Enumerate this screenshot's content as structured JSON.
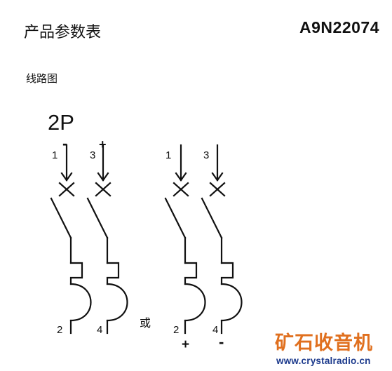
{
  "header": {
    "title": "产品参数表",
    "model": "A9N22074"
  },
  "section": {
    "label": "线路图"
  },
  "diagram": {
    "pole_label": "2P",
    "or_label": "或",
    "left_variant": {
      "terminals": [
        {
          "top": "1",
          "bottom": "2",
          "polarity": "-"
        },
        {
          "top": "3",
          "bottom": "4",
          "polarity": "+"
        }
      ]
    },
    "right_variant": {
      "terminals": [
        {
          "top": "1",
          "bottom": "2",
          "polarity": "+"
        },
        {
          "top": "3",
          "bottom": "4",
          "polarity": "-"
        }
      ]
    }
  },
  "watermark": {
    "name": "矿石收音机",
    "url": "www.crystalradio.cn",
    "name_color": "#e0701f",
    "url_color": "#1c3a8c"
  }
}
